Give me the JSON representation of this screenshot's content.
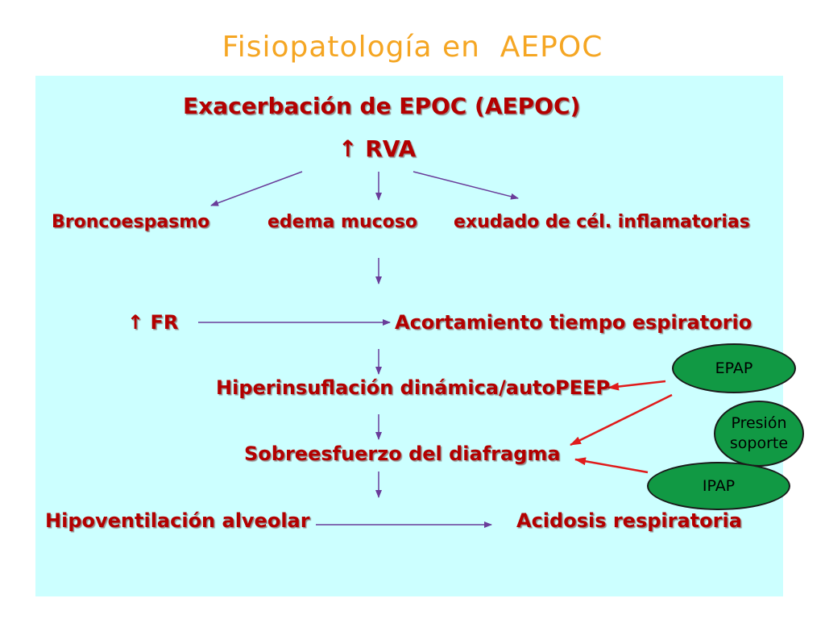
{
  "title": "Fisiopatología en  AEPOC",
  "nodes": {
    "exacerbation": "Exacerbación de EPOC  (AEPOC)",
    "rva": "↑ RVA",
    "broncoespasmo": "Broncoespasmo",
    "edema": "edema mucoso",
    "exudado": "exudado de cél. inflamatorias",
    "fr": "↑ FR",
    "acortamiento": "Acortamiento tiempo espiratorio",
    "hiperinsuflacion": "Hiperinsuflación dinámica/autoPEEP",
    "sobreesfuerzo": "Sobreesfuerzo del diafragma",
    "hipoventilacion": "Hipoventilación alveolar",
    "acidosis": "Acidosis respiratoria"
  },
  "interventions": {
    "epap": "EPAP",
    "presion": "Presión\nsoporte",
    "ipap": "IPAP"
  },
  "colors": {
    "title": "#f5a623",
    "panel": "#ccffff",
    "node_text": "#b30000",
    "flow_arrow": "#6a3d9a",
    "intervention_arrow": "#e01b1b",
    "ellipse_fill": "#119944"
  }
}
